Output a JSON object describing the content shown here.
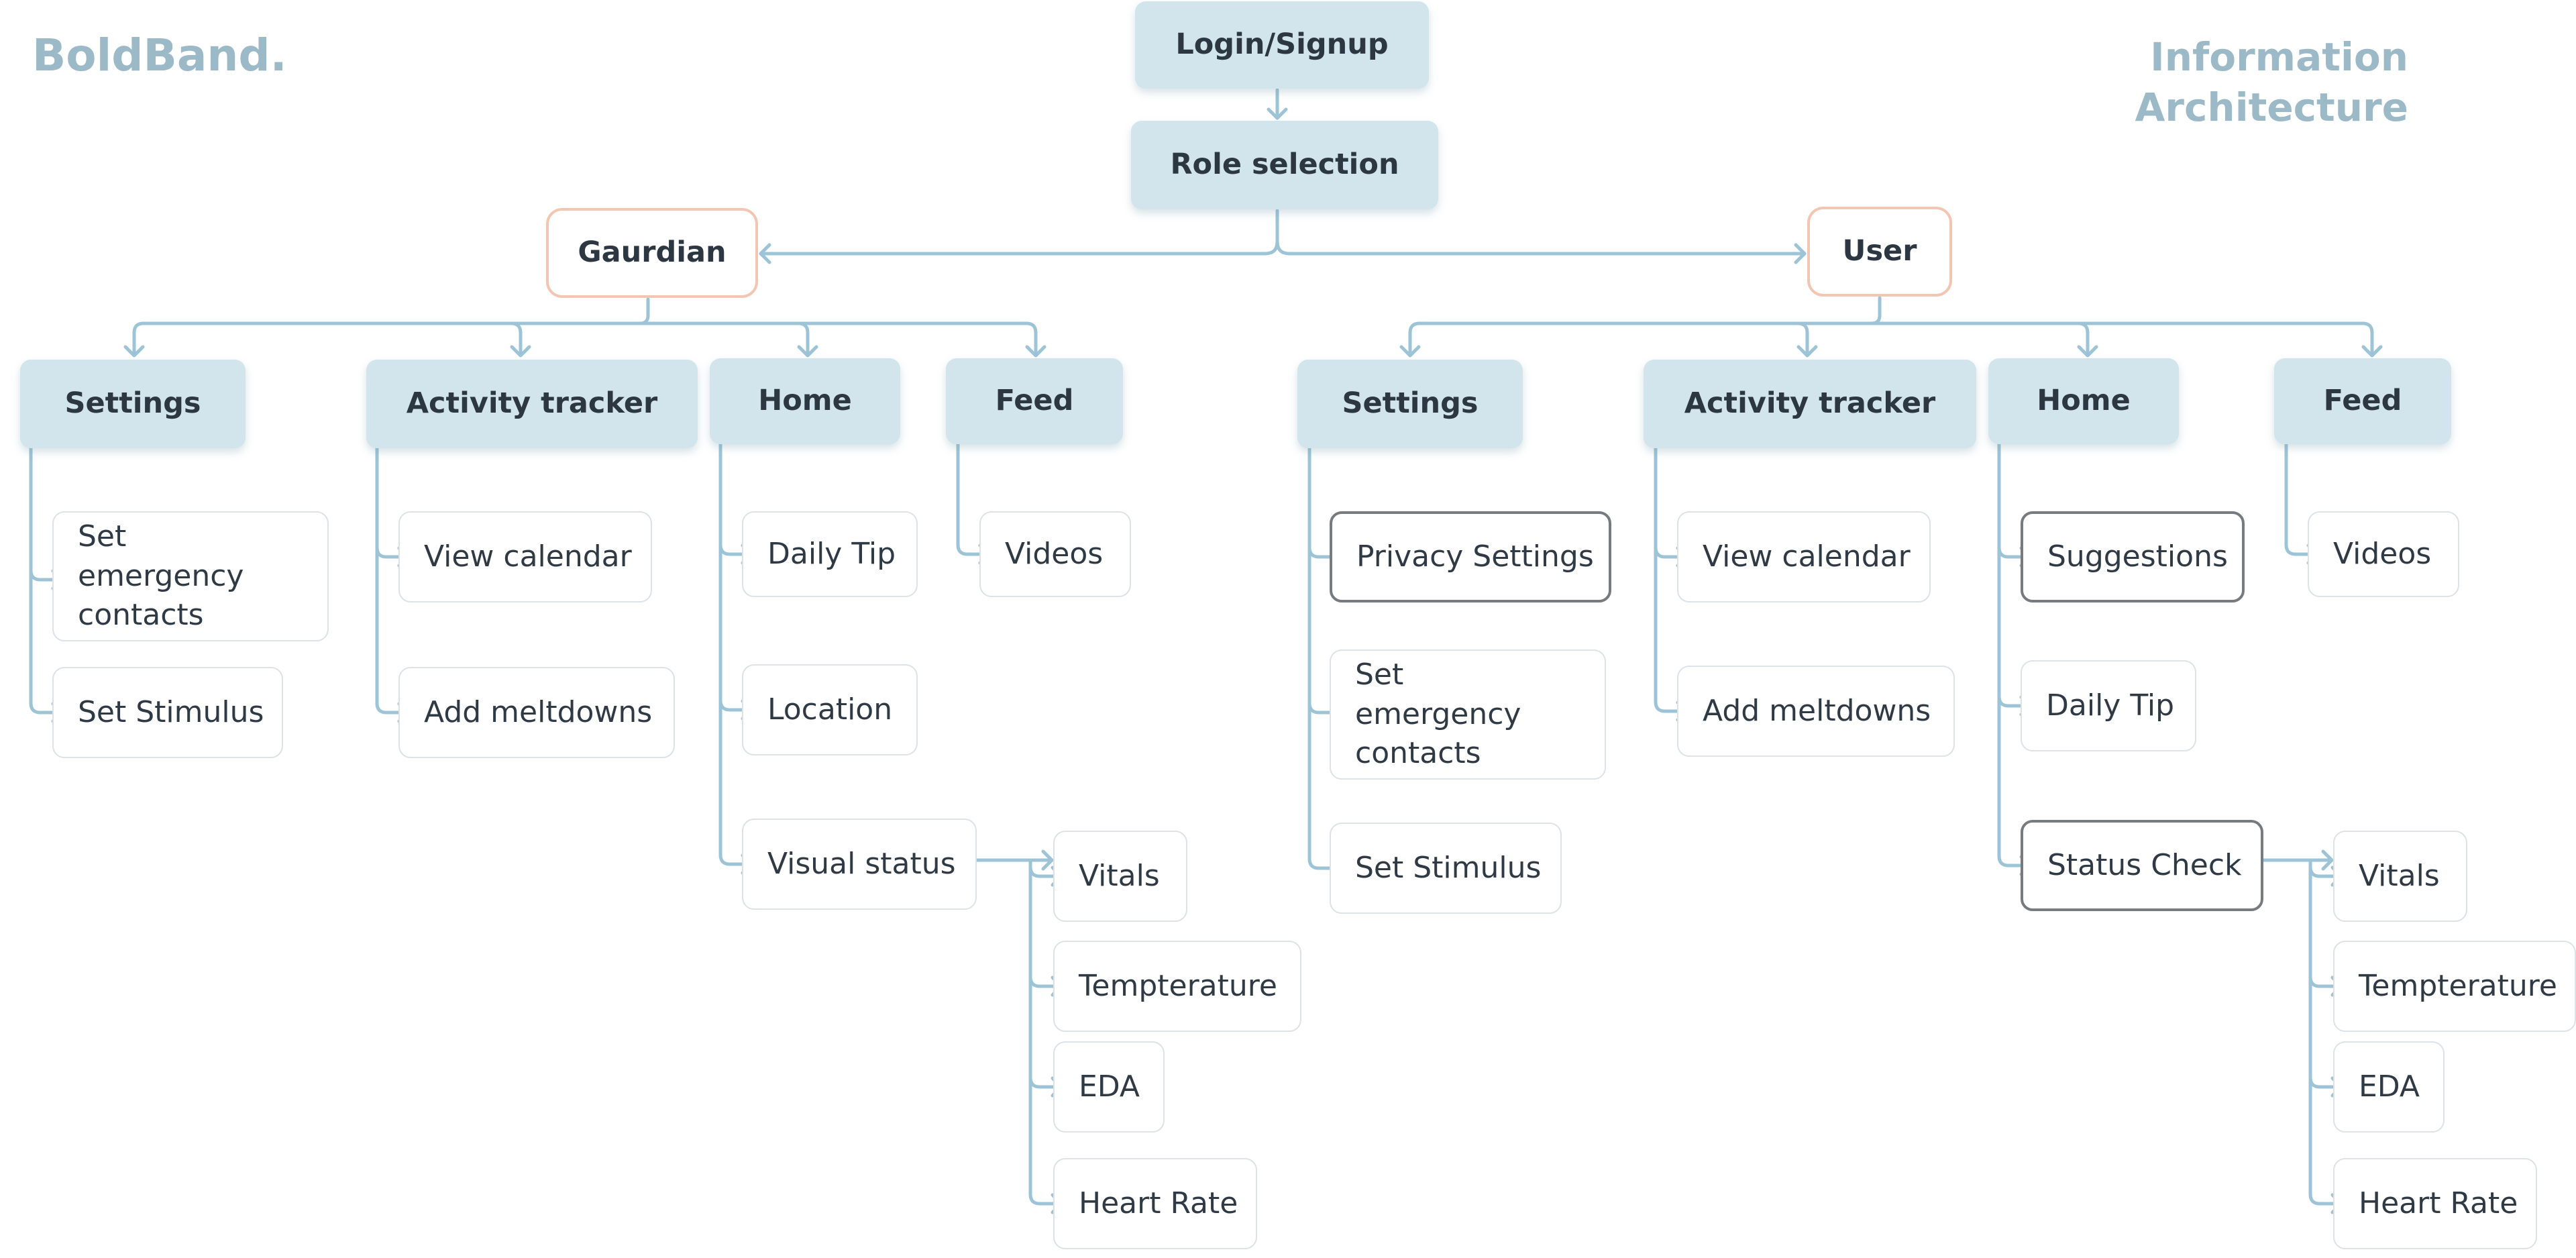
{
  "logo": "BoldBand.",
  "heading": {
    "line1": "Information",
    "line2": "Architecture"
  },
  "colors": {
    "box_fill": "#d2e4ec",
    "connector": "#9cc4d6",
    "role_border": "#f3c6b3",
    "emphasis_border": "#767b80",
    "leaf_border": "#dde2e6",
    "heading": "#9cb9c8"
  },
  "nodes": {
    "login": "Login/Signup",
    "role": "Role selection",
    "gaurdian": "Gaurdian",
    "user": "User",
    "g_settings": "Settings",
    "g_activity": "Activity tracker",
    "g_home": "Home",
    "g_feed": "Feed",
    "u_settings": "Settings",
    "u_activity": "Activity tracker",
    "u_home": "Home",
    "u_feed": "Feed",
    "g_set_emergency": "Set emergency contacts",
    "g_set_stimulus": "Set Stimulus",
    "g_view_calendar": "View calendar",
    "g_add_meltdowns": "Add meltdowns",
    "g_daily_tip": "Daily Tip",
    "g_location": "Location",
    "g_visual_status": "Visual status",
    "g_videos": "Videos",
    "g_vitals": "Vitals",
    "g_temperature": "Tempterature",
    "g_eda": "EDA",
    "g_heart_rate": "Heart Rate",
    "u_privacy": "Privacy Settings",
    "u_set_emergency": "Set emergency contacts",
    "u_set_stimulus": "Set Stimulus",
    "u_view_calendar": "View calendar",
    "u_add_meltdowns": "Add meltdowns",
    "u_suggestions": "Suggestions",
    "u_daily_tip": "Daily Tip",
    "u_status_check": "Status Check",
    "u_videos": "Videos",
    "u_vitals": "Vitals",
    "u_temperature": "Tempterature",
    "u_eda": "EDA",
    "u_heart_rate": "Heart Rate"
  }
}
